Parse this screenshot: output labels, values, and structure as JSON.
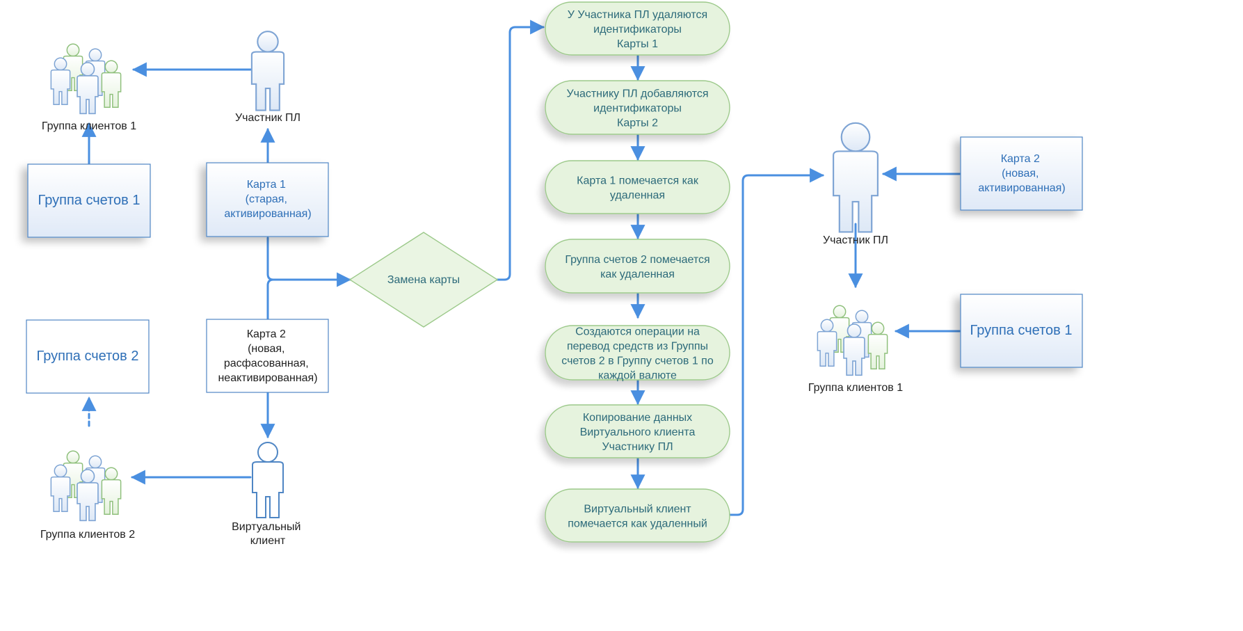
{
  "left_top": {
    "group_clients_1": "Группа клиентов 1",
    "participant": "Участник ПЛ",
    "group_accounts_1": "Группа счетов 1",
    "card1_lines": [
      "Карта 1",
      "(старая,",
      "активированная)"
    ]
  },
  "left_bottom": {
    "group_accounts_2": "Группа счетов 2",
    "card2_lines": [
      "Карта 2",
      "(новая,",
      "расфасованная,",
      "неактивированная)"
    ],
    "group_clients_2": "Группа клиентов 2",
    "virtual_client_lines": [
      "Виртуальный",
      "клиент"
    ]
  },
  "decision": {
    "label": "Замена карты"
  },
  "steps": [
    {
      "lines": [
        "У Участника ПЛ удаляются",
        "идентификаторы",
        "Карты 1"
      ]
    },
    {
      "lines": [
        "Участнику ПЛ добавляются",
        "идентификаторы",
        "Карты 2"
      ]
    },
    {
      "lines": [
        "Карта 1 помечается как",
        "удаленная"
      ]
    },
    {
      "lines": [
        "Группа счетов 2 помечается",
        "как удаленная"
      ]
    },
    {
      "lines": [
        "Создаются операции на",
        "перевод средств из Группы",
        "счетов 2 в Группу счетов 1 по",
        "каждой валюте"
      ]
    },
    {
      "lines": [
        "Копирование данных",
        "Виртуального клиента",
        "Участнику ПЛ"
      ]
    },
    {
      "lines": [
        "Виртуальный клиент",
        "помечается как удаленный"
      ]
    }
  ],
  "right": {
    "participant": "Участник ПЛ",
    "card2_lines": [
      "Карта 2",
      "(новая,",
      "активированная)"
    ],
    "group_accounts_1": "Группа счетов 1",
    "group_clients_1": "Группа клиентов 1"
  },
  "colors": {
    "arrow": "#4a8fe0",
    "box_border": "#4f86c4",
    "box_fill_gradient_top": "#eaf2fb",
    "step_fill": "#e6f3de",
    "step_border": "#9cc98a",
    "text_blue": "#2e6fb7",
    "text_dark": "#1f1f1f",
    "text_green": "#2c6a7a"
  }
}
